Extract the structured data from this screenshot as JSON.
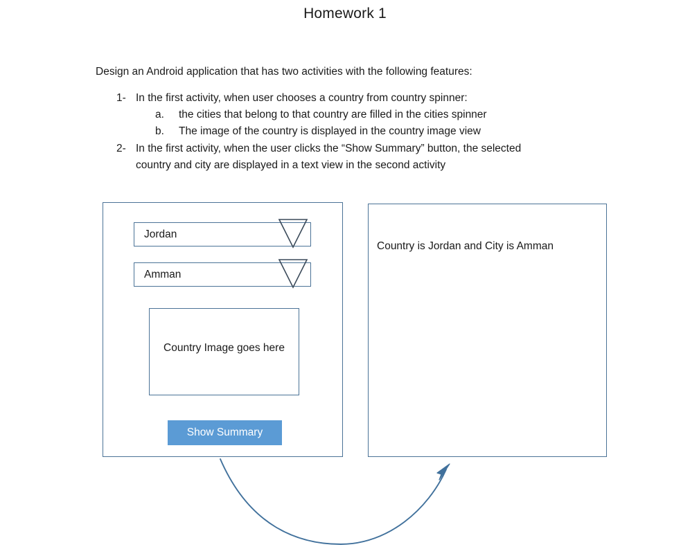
{
  "document": {
    "title": "Homework 1",
    "intro": "Design an Android application that has two activities with the following features:",
    "list": [
      {
        "marker": "1-",
        "text": "In the first activity, when user chooses a country from country spinner:",
        "subitems": [
          {
            "marker": "a.",
            "text": "the cities that belong to that country are filled in the cities spinner"
          },
          {
            "marker": "b.",
            "text": "The image of the country is displayed in the country image view"
          }
        ]
      },
      {
        "marker": "2-",
        "text": "In the first activity, when the user clicks the “Show Summary” button, the selected",
        "text_line2": "country and city are displayed in a text view in the second activity",
        "subitems": []
      }
    ]
  },
  "mockup": {
    "activity_one": {
      "country_spinner": {
        "value": "Jordan",
        "arrow_icon": "chevron-down-triangle-icon"
      },
      "city_spinner": {
        "value": "Amman",
        "arrow_icon": "chevron-down-triangle-icon"
      },
      "image_view": {
        "placeholder": "Country Image goes here"
      },
      "button": {
        "label": "Show Summary"
      }
    },
    "activity_two": {
      "summary_text": "Country is Jordan and City is Amman"
    },
    "arrow": {
      "icon": "curved-flow-arrow-icon",
      "direction": "activity-one-to-activity-two"
    }
  },
  "colors": {
    "panel_border": "#4a7296",
    "button_fill": "#5b9bd5",
    "button_text": "#ffffff",
    "arrow_stroke": "#41719c",
    "text": "#1a1a1a",
    "background": "#ffffff"
  }
}
